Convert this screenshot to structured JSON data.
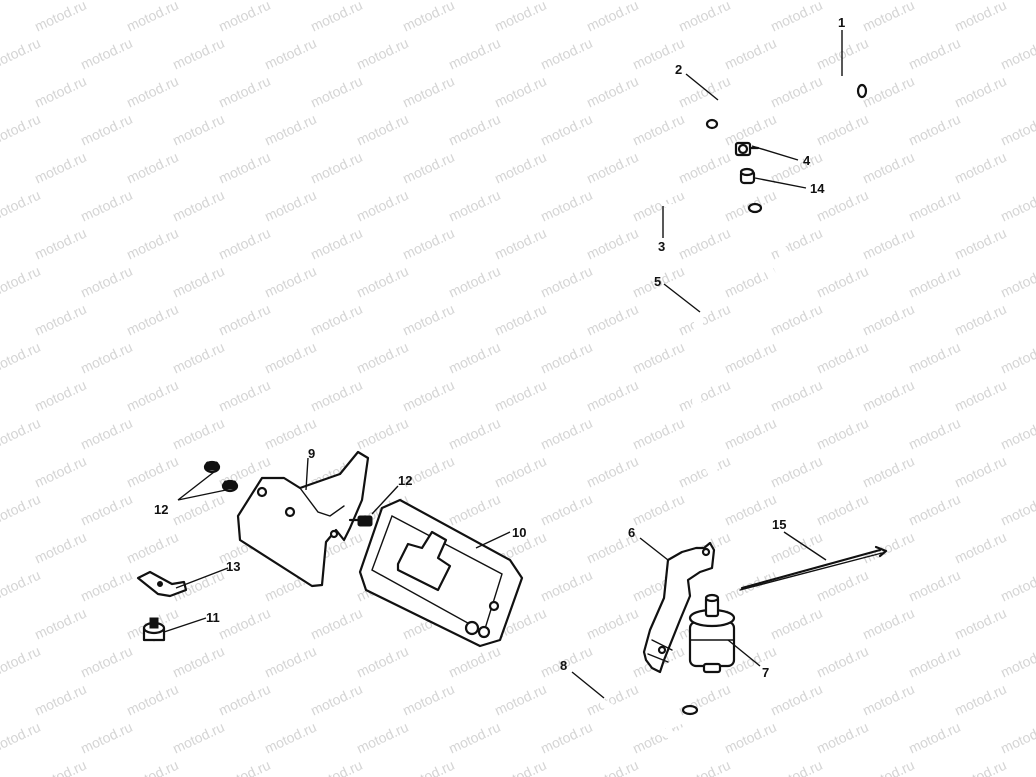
{
  "watermark": "motod.ru",
  "labels": {
    "p1": "1",
    "p2": "2",
    "p3": "3",
    "p4": "4",
    "p5": "5",
    "p6": "6",
    "p7": "7",
    "p8": "8",
    "p9": "9",
    "p10": "10",
    "p11": "11",
    "p12a": "12",
    "p12b": "12",
    "p13": "13",
    "p14": "14",
    "p15": "15"
  }
}
